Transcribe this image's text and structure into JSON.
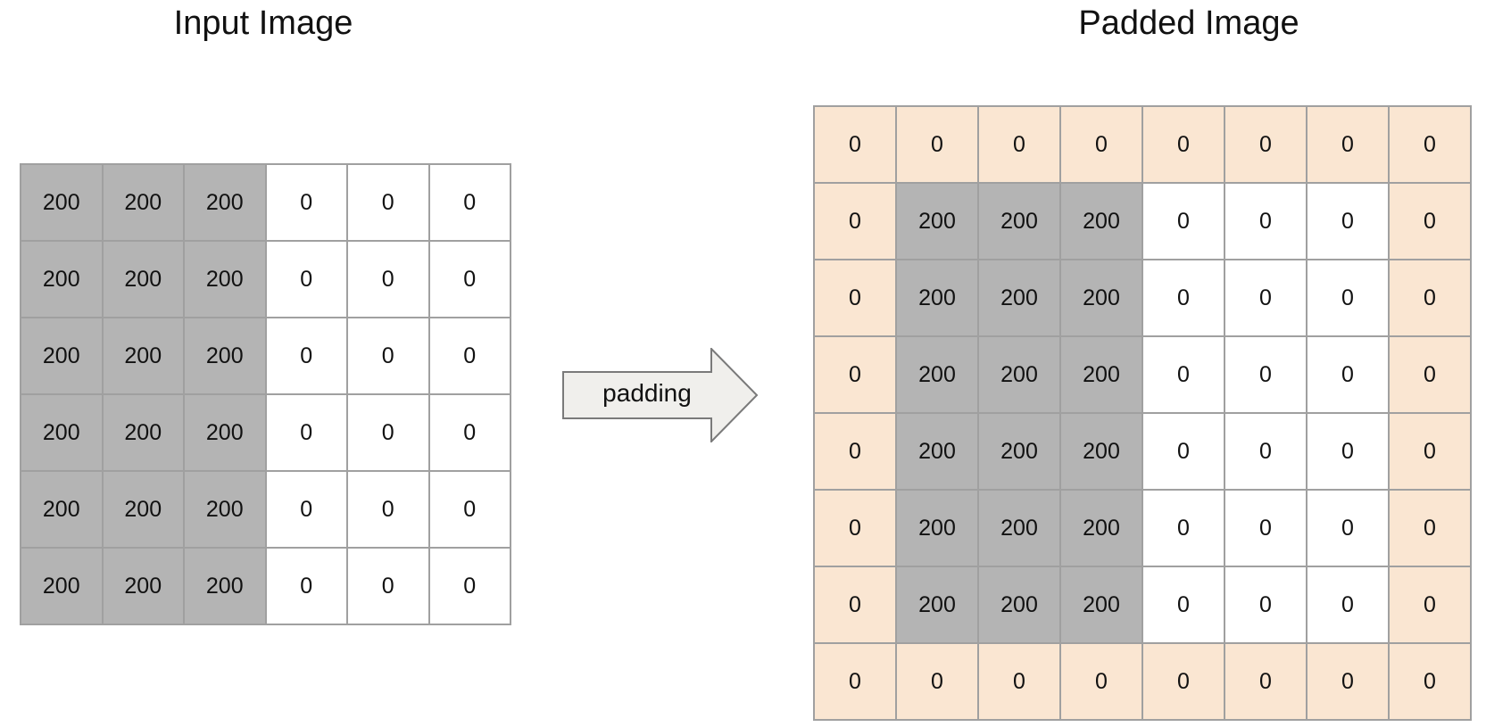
{
  "input": {
    "title": "Input Image",
    "rows": [
      [
        "200",
        "200",
        "200",
        "0",
        "0",
        "0"
      ],
      [
        "200",
        "200",
        "200",
        "0",
        "0",
        "0"
      ],
      [
        "200",
        "200",
        "200",
        "0",
        "0",
        "0"
      ],
      [
        "200",
        "200",
        "200",
        "0",
        "0",
        "0"
      ],
      [
        "200",
        "200",
        "200",
        "0",
        "0",
        "0"
      ],
      [
        "200",
        "200",
        "200",
        "0",
        "0",
        "0"
      ]
    ]
  },
  "arrow": {
    "label": "padding"
  },
  "padded": {
    "title": "Padded Image",
    "rows": [
      [
        "0",
        "0",
        "0",
        "0",
        "0",
        "0",
        "0",
        "0"
      ],
      [
        "0",
        "200",
        "200",
        "200",
        "0",
        "0",
        "0",
        "0"
      ],
      [
        "0",
        "200",
        "200",
        "200",
        "0",
        "0",
        "0",
        "0"
      ],
      [
        "0",
        "200",
        "200",
        "200",
        "0",
        "0",
        "0",
        "0"
      ],
      [
        "0",
        "200",
        "200",
        "200",
        "0",
        "0",
        "0",
        "0"
      ],
      [
        "0",
        "200",
        "200",
        "200",
        "0",
        "0",
        "0",
        "0"
      ],
      [
        "0",
        "200",
        "200",
        "200",
        "0",
        "0",
        "0",
        "0"
      ],
      [
        "0",
        "0",
        "0",
        "0",
        "0",
        "0",
        "0",
        "0"
      ]
    ]
  },
  "colors": {
    "high_value_cell": "#b4b4b4",
    "low_value_cell": "#ffffff",
    "padding_cell": "#fae6d2",
    "grid_line": "#a0a0a0",
    "arrow_fill": "#f0efec",
    "arrow_stroke": "#7a7a7a"
  }
}
